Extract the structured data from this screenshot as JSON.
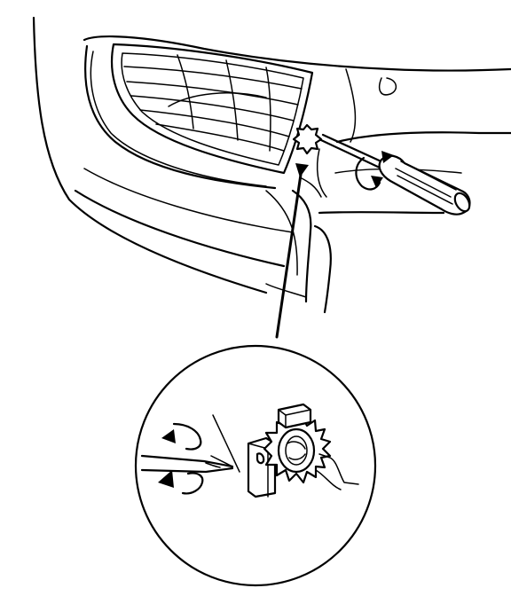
{
  "figure": {
    "parts": [
      "bumper-fascia",
      "fog-light-lens",
      "adjusting-screw",
      "screwdriver",
      "detail-callout",
      "adjuster-gear",
      "rotation-arrows"
    ],
    "colors": {
      "line": "#000000",
      "background": "#ffffff"
    }
  }
}
